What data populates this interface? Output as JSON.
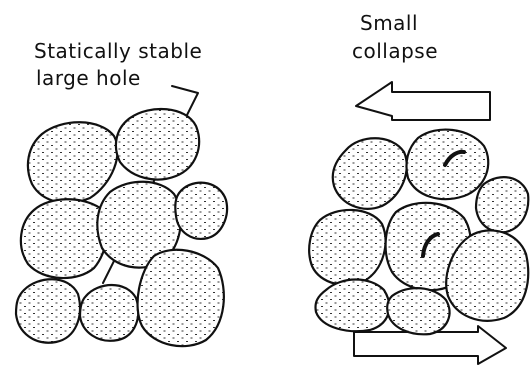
{
  "labels": {
    "left_line1": "Statically stable",
    "left_line2": "large hole",
    "right_line1": "Small",
    "right_line2": "collapse"
  },
  "colors": {
    "ink": "#111111",
    "paper": "#ffffff"
  }
}
